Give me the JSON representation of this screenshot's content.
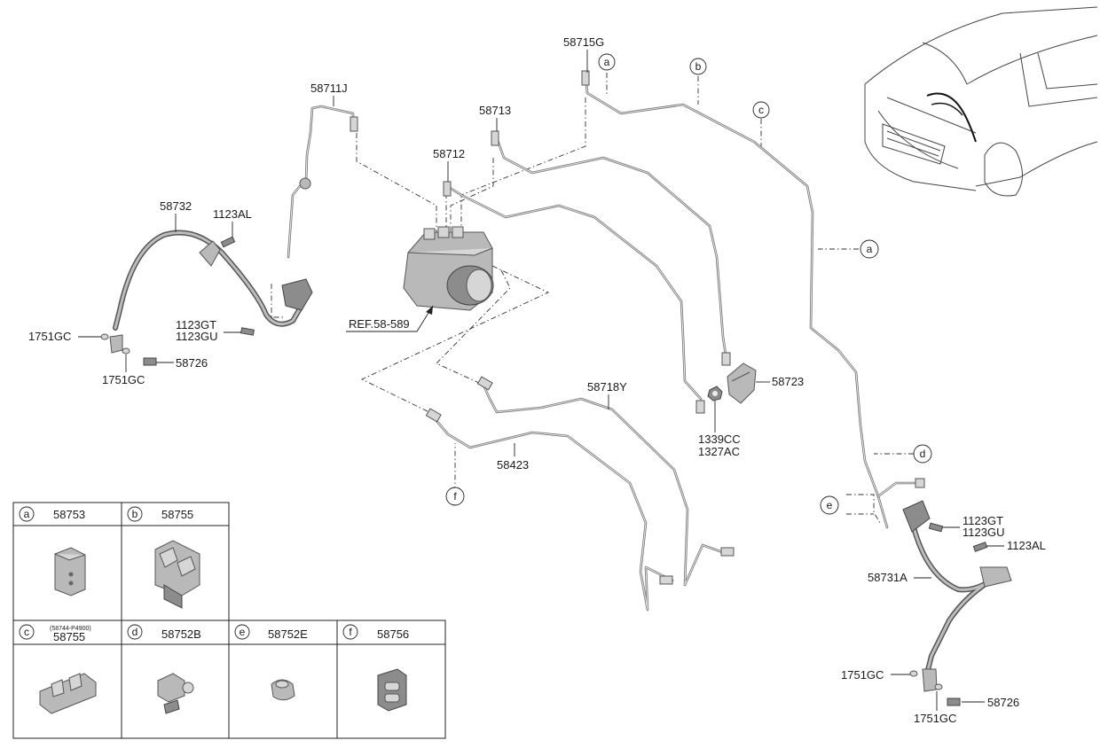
{
  "labels": {
    "p58715G": "58715G",
    "p58711J": "58711J",
    "p58713": "58713",
    "p58712": "58712",
    "p58732": "58732",
    "p1123AL_left": "1123AL",
    "p1123GT_left": "1123GT",
    "p1123GU_left": "1123GU",
    "p1751GC_left_top": "1751GC",
    "p1751GC_left_bottom": "1751GC",
    "p58726_left": "58726",
    "ref": "REF.58-589",
    "p58718Y": "58718Y",
    "p58423": "58423",
    "p58723": "58723",
    "p1339CC": "1339CC",
    "p1327AC": "1327AC",
    "p1123GT_right": "1123GT",
    "p1123GU_right": "1123GU",
    "p1123AL_right": "1123AL",
    "p58731A": "58731A",
    "p1751GC_right_top": "1751GC",
    "p1751GC_right_bottom": "1751GC",
    "p58726_right": "58726"
  },
  "callouts": {
    "a_top": "a",
    "b": "b",
    "c": "c",
    "a_right": "a",
    "d": "d",
    "e": "e",
    "f": "f"
  },
  "table": {
    "row1": [
      {
        "letter": "a",
        "part": "58753"
      },
      {
        "letter": "b",
        "part": "58755"
      }
    ],
    "row2": [
      {
        "letter": "c",
        "part": "58755",
        "note": "(58744-P4900)"
      },
      {
        "letter": "d",
        "part": "58752B"
      },
      {
        "letter": "e",
        "part": "58752E"
      },
      {
        "letter": "f",
        "part": "58756"
      }
    ]
  }
}
